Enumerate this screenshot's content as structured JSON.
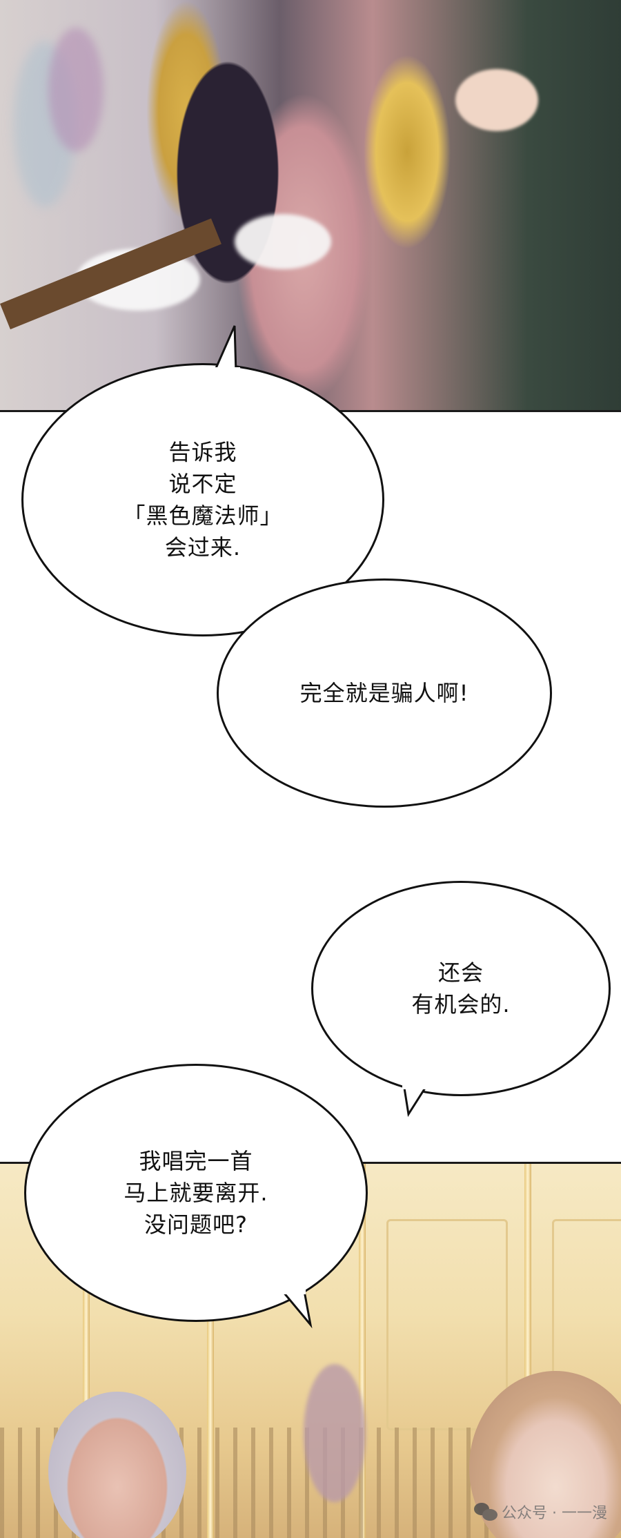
{
  "bubbles": [
    {
      "lines": [
        "告诉我",
        "说不定",
        "「黑色魔法师」",
        "会过来."
      ]
    },
    {
      "lines": [
        "完全就是骗人啊!"
      ]
    },
    {
      "lines": [
        "还会",
        "有机会的."
      ]
    },
    {
      "lines": [
        "我唱完一首",
        "马上就要离开.",
        "没问题吧?"
      ]
    }
  ],
  "watermark": {
    "text": "公众号 · 一一漫",
    "icon": "wechat-icon"
  }
}
